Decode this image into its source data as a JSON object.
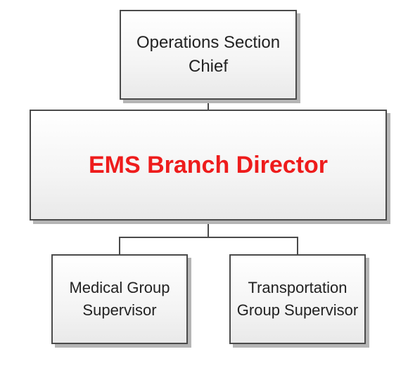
{
  "diagram": {
    "nodes": {
      "operations_section_chief": {
        "label": "Operations Section Chief"
      },
      "ems_branch_director": {
        "label": "EMS Branch Director",
        "color": "#ee1c1c"
      },
      "medical_group_supervisor": {
        "label": "Medical Group Supervisor"
      },
      "transportation_group_supervisor": {
        "label": "Transportation Group Supervisor"
      }
    },
    "edges": [
      {
        "from": "operations_section_chief",
        "to": "ems_branch_director"
      },
      {
        "from": "ems_branch_director",
        "to": "medical_group_supervisor"
      },
      {
        "from": "ems_branch_director",
        "to": "transportation_group_supervisor"
      }
    ]
  }
}
